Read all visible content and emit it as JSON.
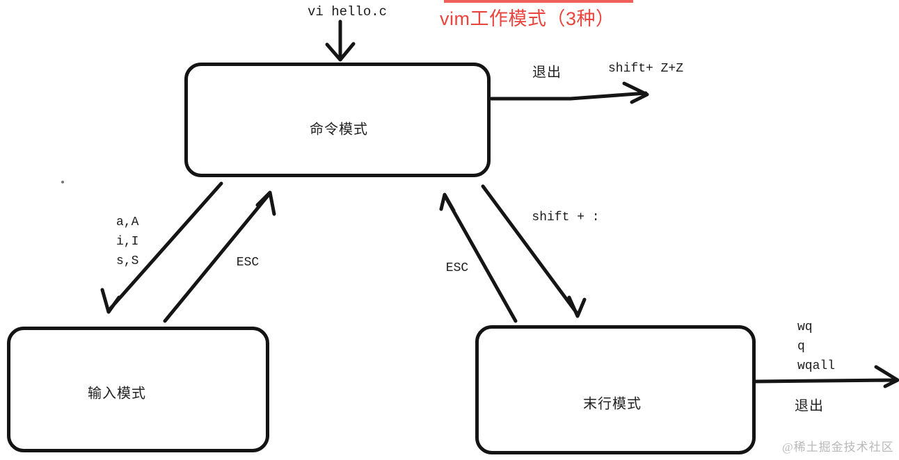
{
  "title": {
    "text": "vim工作模式（3种）",
    "color": "#e9453e"
  },
  "open_command": "vi hello.c",
  "nodes": {
    "command_mode": "命令模式",
    "insert_mode": "输入模式",
    "lastline_mode": "末行模式"
  },
  "transitions": {
    "to_insert_keys": [
      "a,A",
      "i,I",
      "s,S"
    ],
    "insert_to_command": "ESC",
    "lastline_to_command": "ESC",
    "command_to_lastline": "shift + :",
    "quit_top": {
      "label": "退出",
      "keys": "shift+ Z+Z"
    },
    "quit_lastline": {
      "label": "退出",
      "keys": [
        "wq",
        "q",
        "wqall"
      ]
    }
  },
  "watermark": "@稀土掘金技术社区"
}
